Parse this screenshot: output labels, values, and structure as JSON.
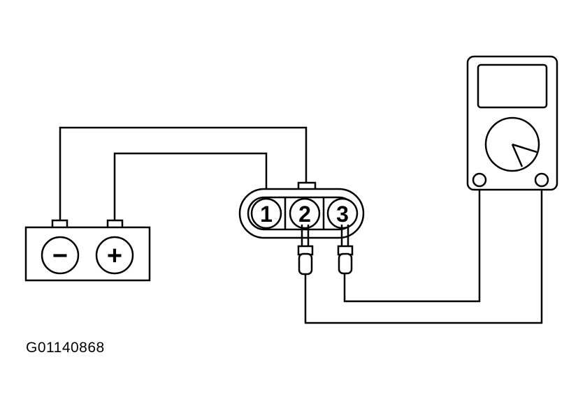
{
  "battery": {
    "neg_symbol": "−",
    "pos_symbol": "+"
  },
  "connector": {
    "pins": [
      "1",
      "2",
      "3"
    ]
  },
  "figure_code": "G01140868",
  "colors": {
    "line": "#000000",
    "background": "#ffffff"
  }
}
